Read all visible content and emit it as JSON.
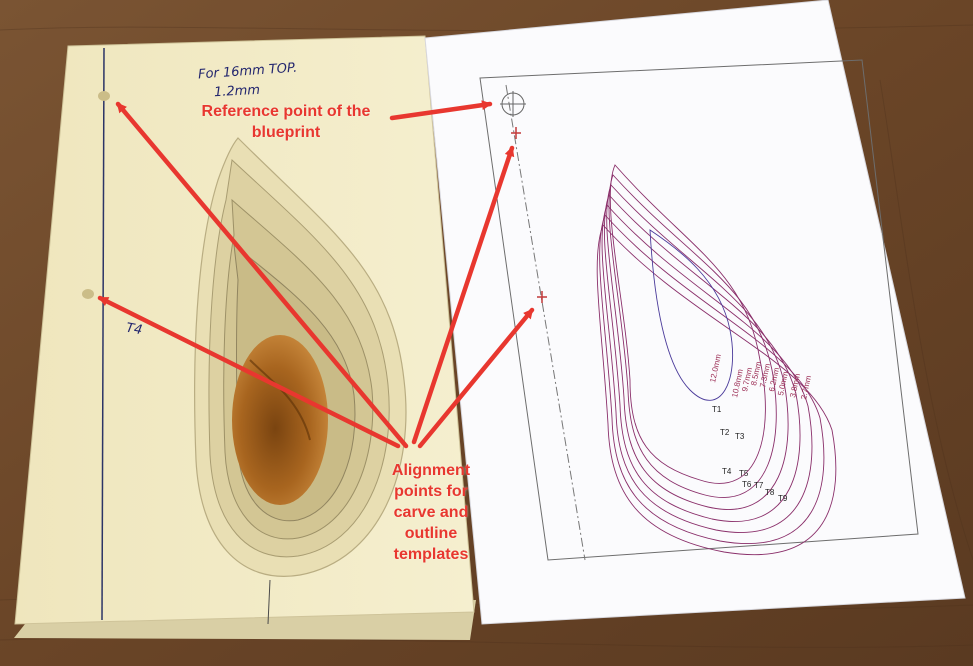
{
  "annotations": {
    "reference_point": "Reference point of the blueprint",
    "alignment_points": "Alignment points for carve and outline templates"
  },
  "handwriting": {
    "note_line1": "For 16mm TOP.",
    "note_line2": "1.2mm",
    "side_mark": "T4"
  },
  "blueprint": {
    "thickness_labels": [
      "12.0mm",
      "10.8mm",
      "9.7mm",
      "8.5mm",
      "7.3mm",
      "6.2mm",
      "5.0mm",
      "3.8mm",
      "2.7mm"
    ],
    "template_labels": [
      "T1",
      "T2",
      "T3",
      "T4",
      "T5",
      "T6",
      "T7",
      "T8",
      "T9"
    ]
  },
  "colors": {
    "annotation_red": "#e8372f",
    "contour_purple": "#8a2f6a",
    "wood_block": "#f1e9c2",
    "paper": "#fbfbfd"
  }
}
